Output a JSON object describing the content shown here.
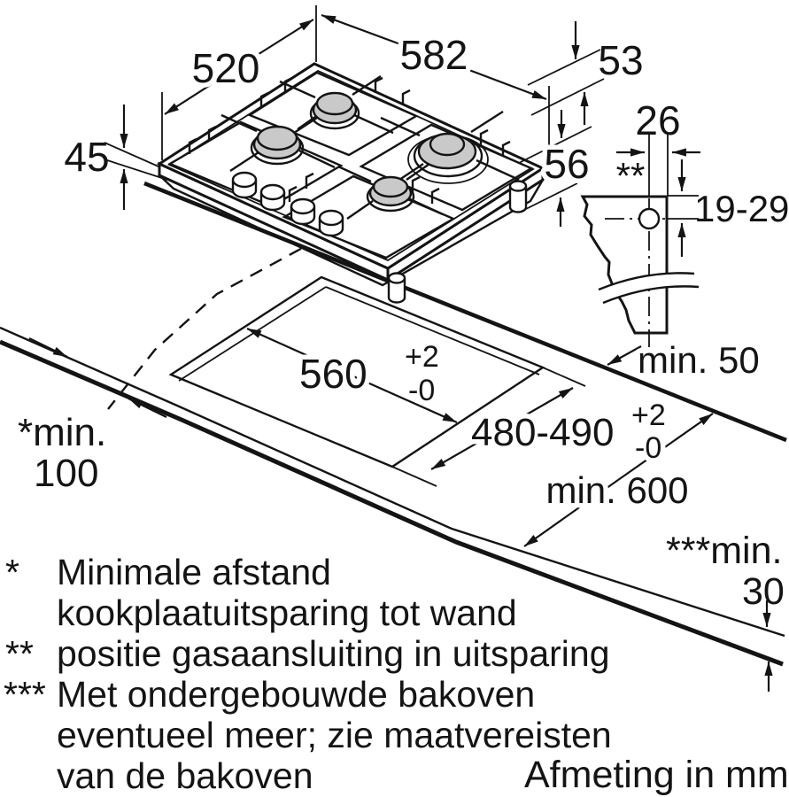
{
  "unit_note": "Afmeting in mm",
  "hob_view": {
    "width": "582",
    "depth": "520",
    "profile_height": "45",
    "edge_height": "53",
    "body_height": "56"
  },
  "gas_connection_detail": {
    "marker": "**",
    "offset_from_edge": "26",
    "height_range": "19-29"
  },
  "worktop_view": {
    "cutout_width": "560",
    "cutout_width_tol_plus": "+2",
    "cutout_width_tol_minus": "-0",
    "cutout_depth": "480-490",
    "cutout_depth_tol_plus": "+2",
    "cutout_depth_tol_minus": "-0",
    "front_distance": "min. 50",
    "worktop_depth": "min. 600",
    "wall_distance_label": "*min.",
    "wall_distance_value": "100",
    "rear_distance_label": "***min.",
    "rear_distance_value": "30"
  },
  "footnotes": {
    "fn1": {
      "marker": "*",
      "line1": "Minimale afstand",
      "line2": "kookplaatuitsparing tot wand"
    },
    "fn2": {
      "marker": "**",
      "line1": "positie gasaansluiting in uitsparing"
    },
    "fn3": {
      "marker": "***",
      "line1": "Met ondergebouwde bakoven",
      "line2": "eventueel meer; zie maatvereisten",
      "line3": "van de bakoven"
    }
  },
  "colors": {
    "ink": "#141414",
    "burner_fill": "#c9c9c9",
    "background": "#ffffff"
  }
}
